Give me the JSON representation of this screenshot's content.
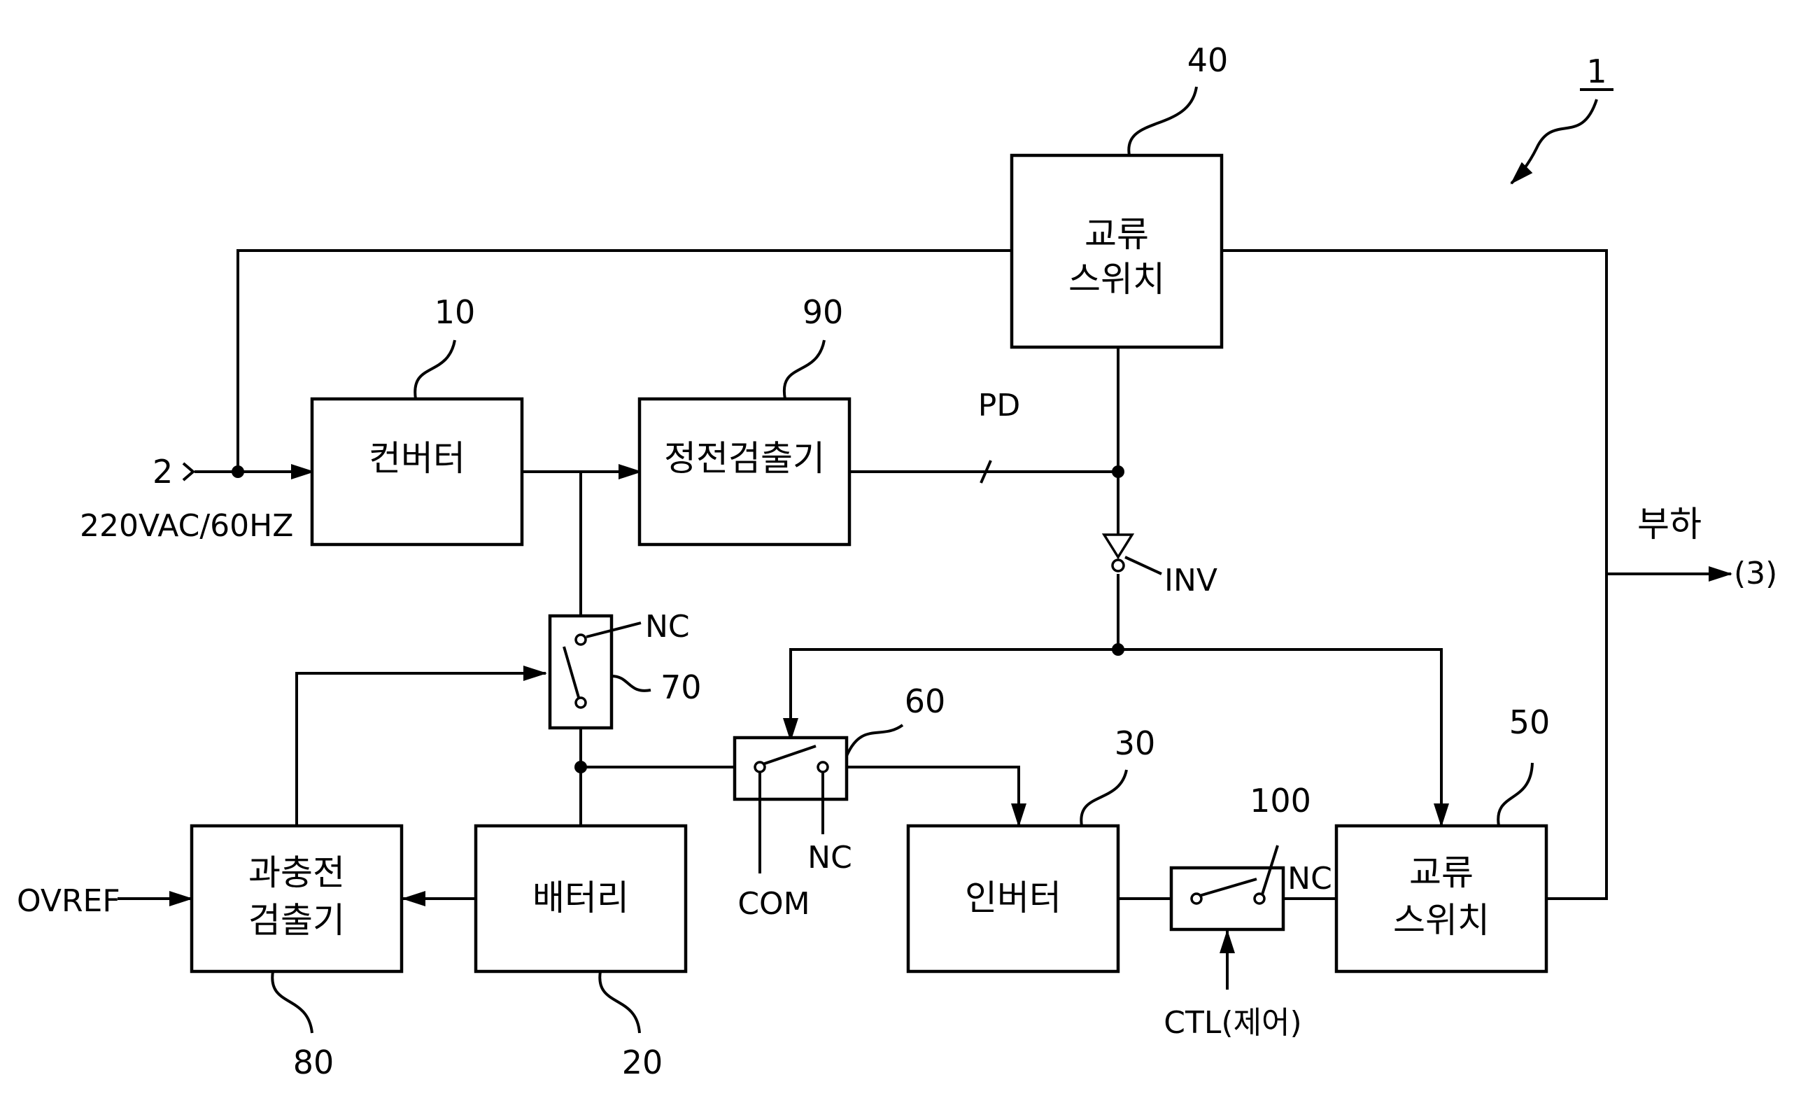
{
  "figure_number": "1",
  "input": {
    "ref": "2",
    "label": "220VAC/60HZ"
  },
  "blocks": {
    "converter": {
      "line1": "컨버터",
      "ref": "10"
    },
    "power_failure_detector": {
      "line1": "정전검출기",
      "ref": "90"
    },
    "ac_switch_top": {
      "line1": "교류",
      "line2": "스위치",
      "ref": "40"
    },
    "battery": {
      "line1": "배터리",
      "ref": "20"
    },
    "overcharge_detector": {
      "line1": "과충전",
      "line2": "검출기",
      "ref": "80"
    },
    "inverter": {
      "line1": "인버터",
      "ref": "30"
    },
    "ac_switch_bottom": {
      "line1": "교류",
      "line2": "스위치",
      "ref": "50"
    }
  },
  "switches": {
    "sw70": {
      "ref": "70",
      "nc_label": "NC"
    },
    "sw60": {
      "ref": "60",
      "nc_label": "NC",
      "com_label": "COM"
    },
    "sw100": {
      "ref": "100",
      "nc_label": "NC",
      "control_label": "CTL(제어)"
    }
  },
  "signals": {
    "pd": "PD",
    "inv": "INV",
    "ovref": "OVREF",
    "load": "부하",
    "load_ref": "(3)"
  }
}
